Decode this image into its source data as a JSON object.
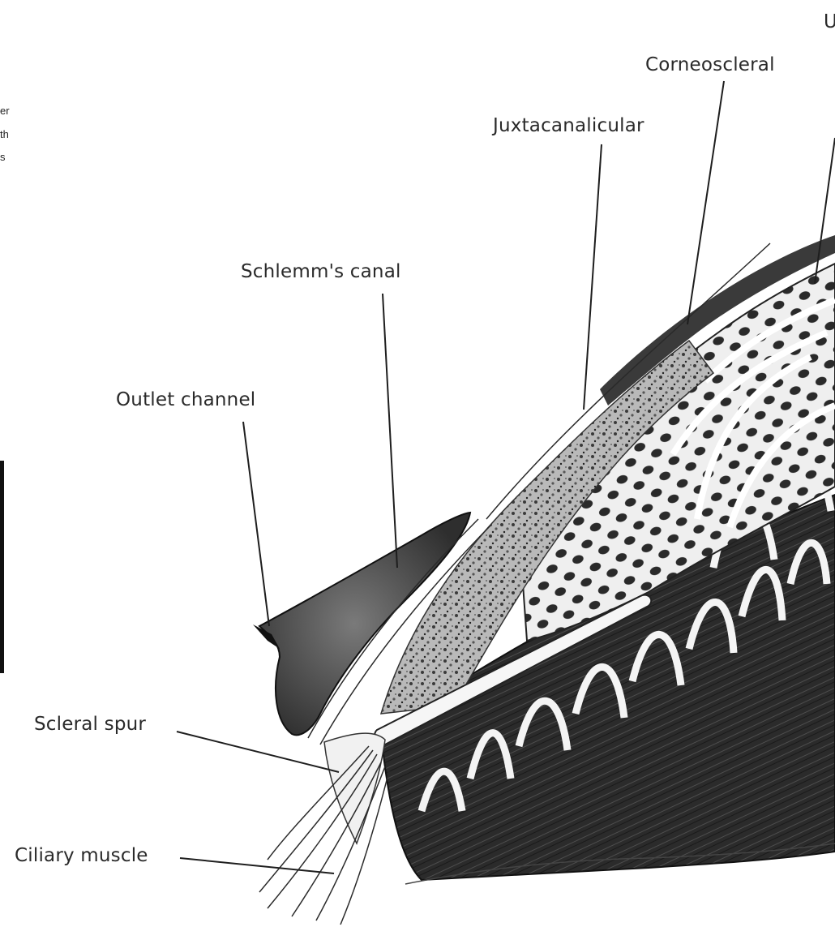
{
  "labels": {
    "corneoscleral": "Corneoscleral",
    "juxtacanalicular": "Juxtacanalicular",
    "schlemms_canal": "Schlemm's canal",
    "outlet_channel": "Outlet channel",
    "scleral_spur": "Scleral spur",
    "ciliary_muscle": "Ciliary muscle",
    "top_right_fragment": "U"
  },
  "left_margin_fragments": [
    "er",
    "th",
    "s"
  ],
  "colors": {
    "ink": "#1e1e1e",
    "canal_fill": "#4a4a4a",
    "background": "#ffffff"
  }
}
